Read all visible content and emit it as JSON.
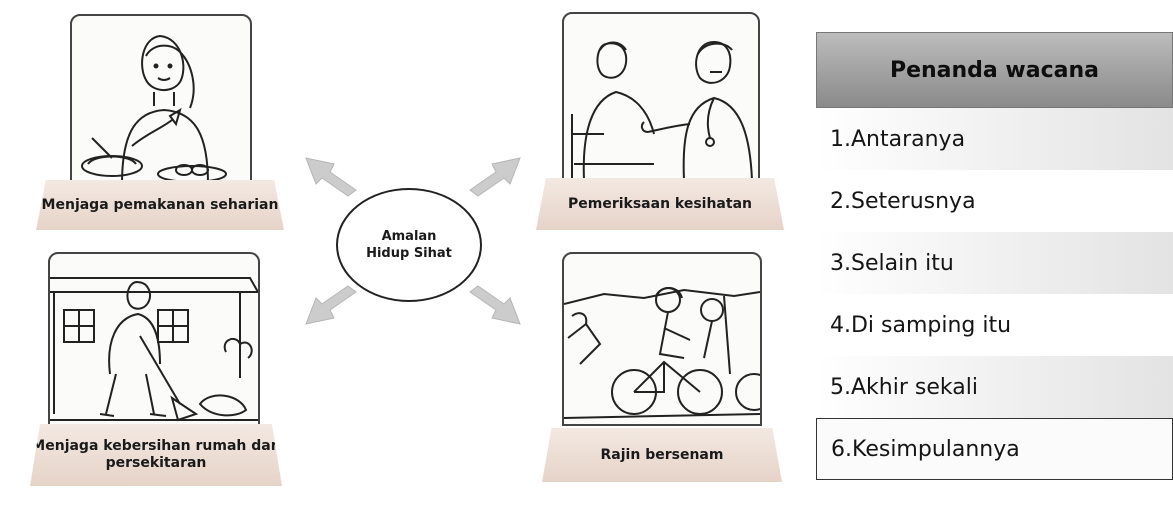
{
  "center": {
    "label": "Amalan Hidup Sihat"
  },
  "cards": [
    {
      "id": "meal",
      "caption": "Menjaga pemakanan seharian"
    },
    {
      "id": "checkup",
      "caption": "Pemeriksaan kesihatan"
    },
    {
      "id": "cleaning",
      "caption": "Menjaga kebersihan rumah dan persekitaran"
    },
    {
      "id": "exercise",
      "caption": "Rajin bersenam"
    }
  ],
  "table": {
    "header": "Penanda wacana",
    "rows": [
      "1.Antaranya",
      "2.Seterusnya",
      "3.Selain itu",
      "4.Di samping itu",
      "5.Akhir sekali",
      "6.Kesimpulannya"
    ]
  },
  "colors": {
    "arrow": "#c9c9c9",
    "header_top": "#bcbcbc",
    "header_bottom": "#8a8a8a",
    "card_base": "#e9d8cd"
  }
}
